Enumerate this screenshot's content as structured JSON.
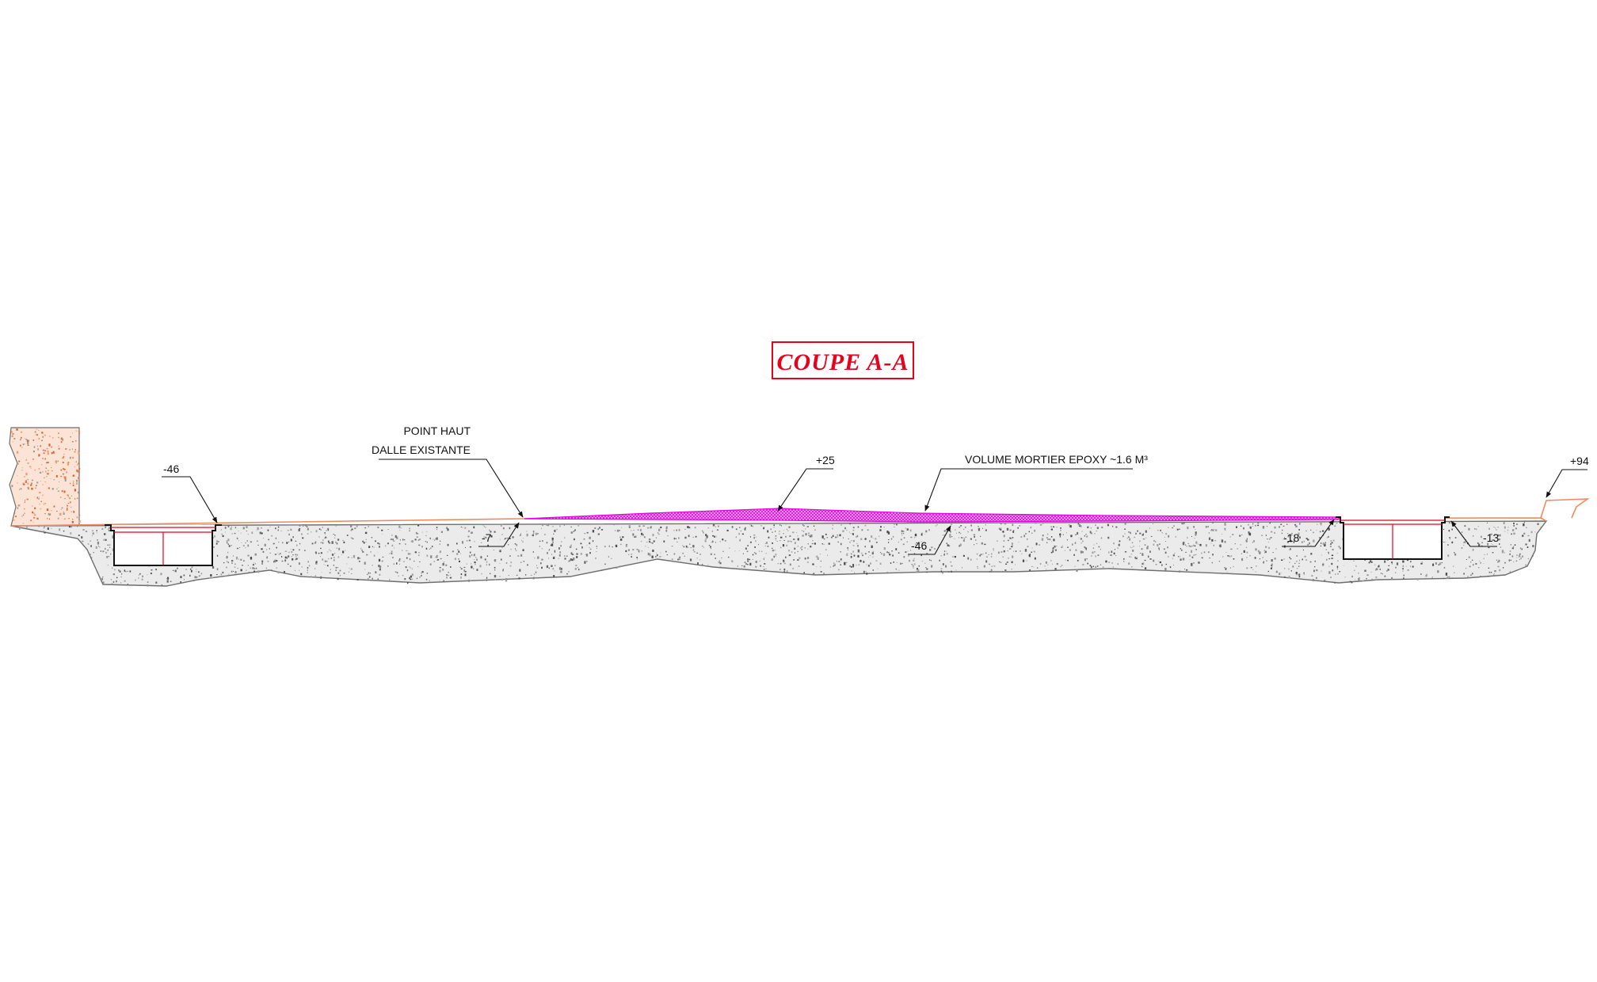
{
  "title": "COUPE A-A",
  "annotations": {
    "point_haut_line1": "POINT HAUT",
    "point_haut_line2": "DALLE EXISTANTE",
    "volume_epoxy": "VOLUME MORTIER EPOXY ~1.6 M³"
  },
  "levels": {
    "left_pit": "-46",
    "point_haut": "-7",
    "high_point": "+25",
    "middle": "-46",
    "right_pit_left": "-18",
    "right_pit_right": "-13",
    "right_end": "+94"
  },
  "colors": {
    "title_red": "#e8001c",
    "epoxy_magenta": "#e000e0",
    "slab_outline_orange": "#f08a5d",
    "concrete_grey": "#ebebeb"
  }
}
